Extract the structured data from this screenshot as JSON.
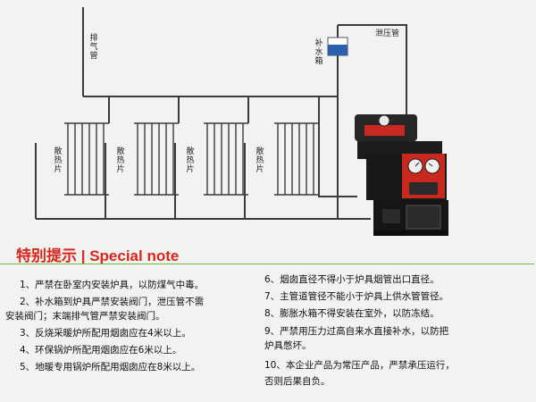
{
  "diagram": {
    "exhaust_pipe_label": "排气管",
    "makeup_tank_label": "补水箱",
    "relief_pipe_label": "泄压管",
    "radiator_label": "散热片",
    "radiator_count": 4,
    "colors": {
      "pipe": "#3b3b3b",
      "tank": "#2b5fb0",
      "boiler_body": "#202020",
      "boiler_panel": "#c8281e"
    }
  },
  "notes": {
    "title": "特别提示 | Special note",
    "left": [
      "1、严禁在卧室内安装炉具，以防煤气中毒。",
      "2、补水箱到炉具严禁安装阀门，泄压管不需",
      "安装阀门；末端排气管严禁安装阀门。",
      "3、反烧采暖炉所配用烟囱应在4米以上。",
      "4、环保锅炉所配用烟囱应在6米以上。",
      "5、地暖专用锅炉所配用烟囱应在8米以上。"
    ],
    "right": [
      "6、烟囱直径不得小于炉具烟管出口直径。",
      "7、主管道管径不能小于炉具上供水管管径。",
      "8、膨胀水箱不得安装在室外，以防冻结。",
      "9、严禁用压力过高自来水直接补水，以防把",
      "炉具憋坏。",
      "10、本企业产品为常压产品，严禁承压运行，",
      "否则后果自负。"
    ]
  }
}
